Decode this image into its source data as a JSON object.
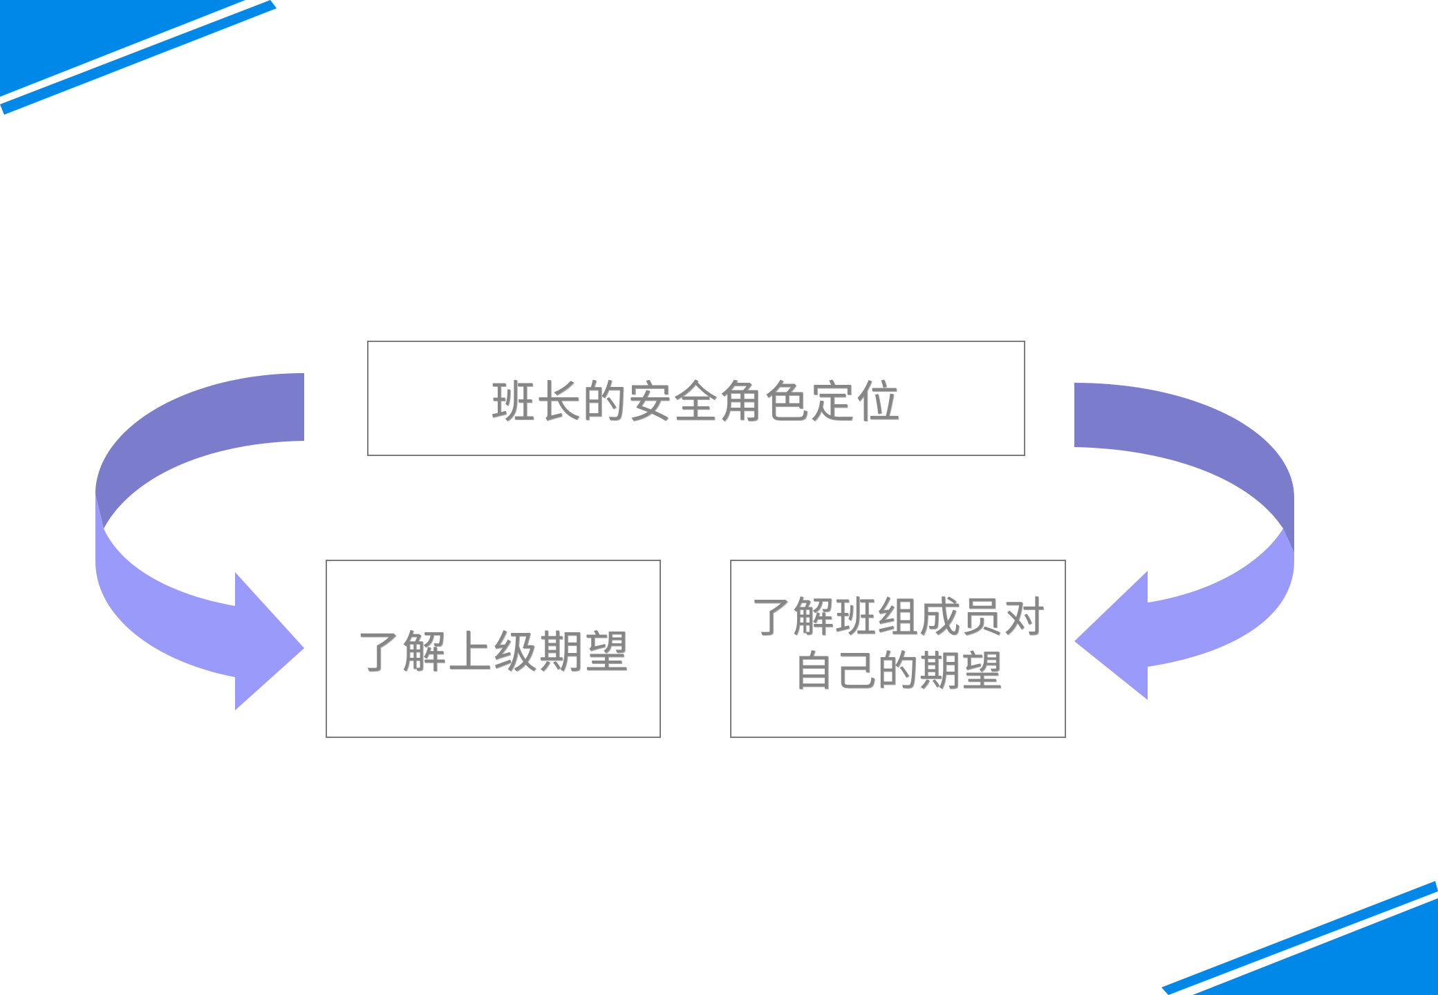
{
  "diagram": {
    "top_box": {
      "text": "班长的安全角色定位"
    },
    "left_box": {
      "text": "了解上级期望"
    },
    "right_box": {
      "text": "了解班组成员对自己的期望"
    }
  },
  "colors": {
    "corner_accent": "#0088E8",
    "arrow_dark": "#7B7DCC",
    "arrow_light": "#9A9AFA",
    "box_border": "#7a7a7a",
    "text": "#868686"
  }
}
